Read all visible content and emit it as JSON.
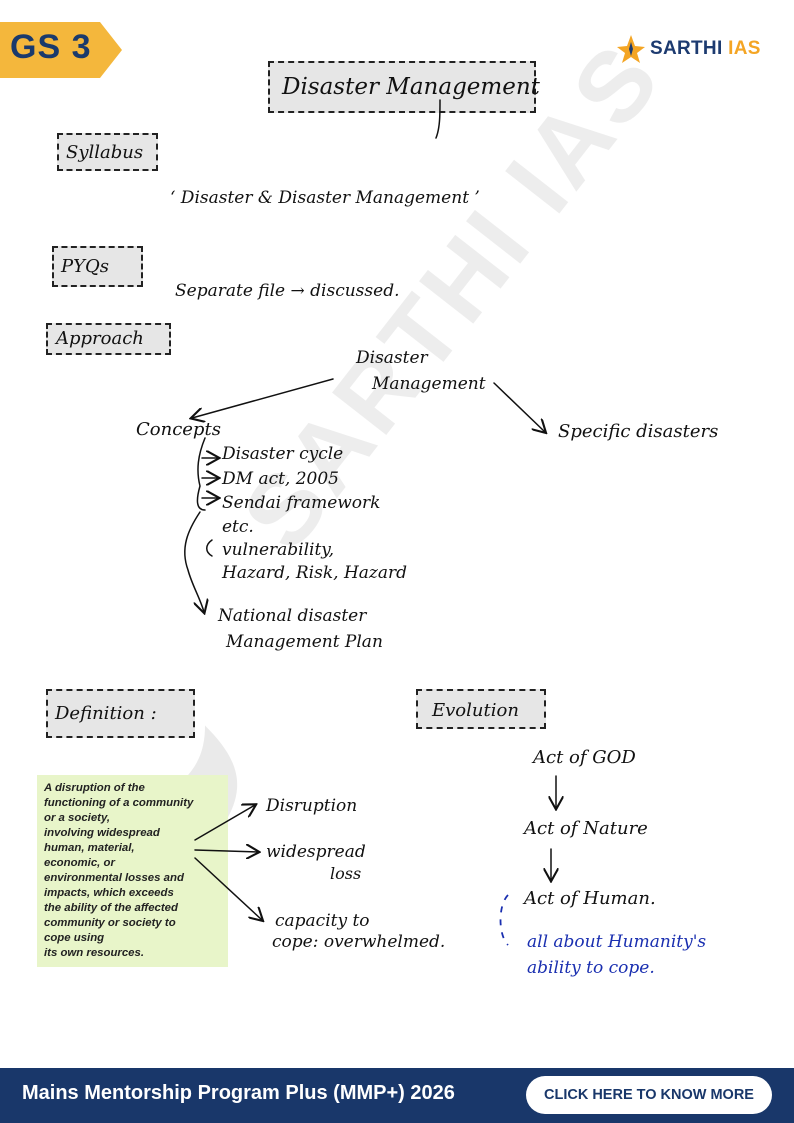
{
  "header": {
    "badge": "GS 3",
    "logo": {
      "brand": "SARTHI",
      "accent": "IAS",
      "icon": "star-flame-icon"
    }
  },
  "title": "Disaster Management",
  "sections": {
    "syllabus": {
      "label": "Syllabus",
      "text": "‘ Disaster & Disaster Management ’"
    },
    "pyqs": {
      "label": "PYQs",
      "text": "Separate file → discussed."
    },
    "approach": {
      "label": "Approach",
      "root_line1": "Disaster",
      "root_line2": "Management",
      "concepts": "Concepts",
      "specific": "Specific disasters",
      "items": [
        "Disaster cycle",
        "DM act, 2005",
        "Sendai framework",
        "etc.",
        "vulnerability,",
        "Hazard, Risk, Hazard",
        "National disaster",
        "Management Plan"
      ]
    },
    "definition": {
      "label": "Definition :",
      "box_text": "A disruption of the functioning of a community or a society, involving widespread human, material, economic, or environmental losses and impacts, which exceeds the ability of the affected community or society to cope using its own resources.",
      "box_lines": [
        "A disruption of the",
        "functioning of a community",
        "or a society,",
        "involving widespread",
        "human, material,",
        "economic, or",
        "environmental losses and",
        "impacts, which exceeds",
        "the ability of the affected",
        "community or society to",
        "cope using",
        "its own resources."
      ],
      "points": {
        "disruption": "Disruption",
        "widespread_1": "widespread",
        "widespread_2": "loss",
        "capacity_1": "capacity to",
        "capacity_2": "cope: overwhelmed."
      }
    },
    "evolution": {
      "label": "Evolution",
      "steps": [
        "Act of GOD",
        "Act of Nature",
        "Act of Human."
      ],
      "note_line1": "all about Humanity's",
      "note_line2": "ability to cope."
    }
  },
  "watermark": "SARTHI IAS",
  "footer": {
    "title": "Mains Mentorship Program Plus (MMP+) 2026",
    "cta": "CLICK HERE TO KNOW MORE"
  },
  "colors": {
    "badge": "#f4b73c",
    "navy": "#19376a",
    "accent": "#f4a524",
    "definition_box": "#e8f5c9",
    "note_blue": "#1a2fb0"
  }
}
